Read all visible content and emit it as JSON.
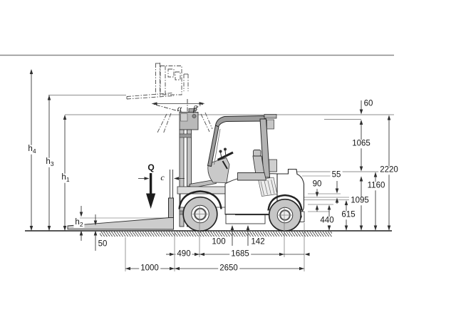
{
  "figure": {
    "left_dims": {
      "h4": {
        "base": "h",
        "sub": "4"
      },
      "h3": {
        "base": "h",
        "sub": "3"
      },
      "h1": {
        "base": "h",
        "sub": "1"
      },
      "h2": {
        "base": "h",
        "sub": "2"
      }
    },
    "angle_labels": {
      "alpha": "α",
      "beta": "β"
    },
    "load_labels": {
      "load": "Q",
      "load_center": "c"
    },
    "vertical_dims": {
      "d60": "60",
      "d1065": "1065",
      "d2220": "2220",
      "d1160": "1160",
      "d1095": "1095",
      "d615": "615",
      "d440": "440",
      "d55": "55",
      "d90": "90"
    },
    "ground_dims": {
      "d50": "50",
      "d100": "100",
      "d142": "142"
    },
    "horizontal_dims": {
      "d490": "490",
      "d1685": "1685",
      "d1000": "1000",
      "d2650": "2650"
    }
  }
}
